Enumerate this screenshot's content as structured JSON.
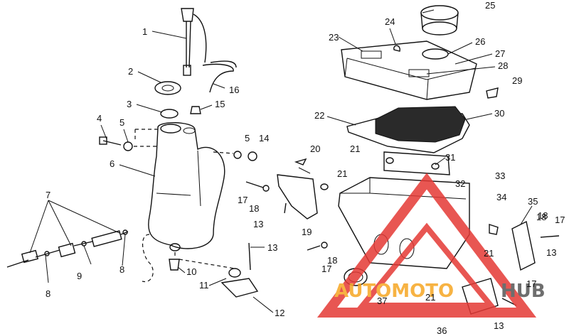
{
  "callouts": [
    "1",
    "2",
    "3",
    "4",
    "5",
    "5",
    "6",
    "7",
    "8",
    "8",
    "9",
    "10",
    "11",
    "12",
    "13",
    "13",
    "13",
    "14",
    "15",
    "16",
    "17",
    "17",
    "17",
    "18",
    "18",
    "18",
    "19",
    "20",
    "21",
    "21",
    "21",
    "21",
    "22",
    "23",
    "24",
    "25",
    "26",
    "27",
    "28",
    "29",
    "30",
    "31",
    "32",
    "33",
    "34",
    "35",
    "36",
    "37",
    "18",
    "17",
    "13"
  ],
  "watermark": {
    "brand_part1": "AUTOMOTO",
    "brand_part2": "HUB",
    "color_primary": "#e53935",
    "color_secondary": "#f6a623",
    "color_dark": "#555555"
  }
}
